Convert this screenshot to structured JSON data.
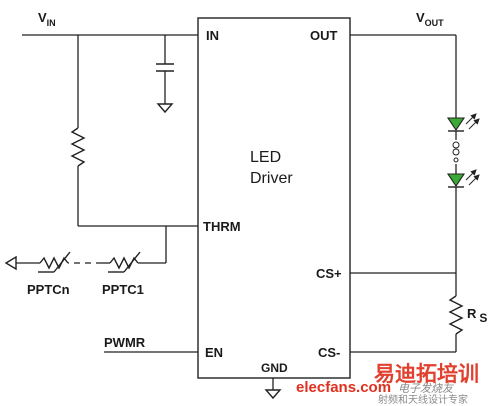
{
  "labels": {
    "vin_main": "V",
    "vin_sub": "IN",
    "vout_main": "V",
    "vout_sub": "OUT",
    "pin_in": "IN",
    "pin_out": "OUT",
    "pin_thrm": "THRM",
    "pin_csplus": "CS+",
    "pin_en": "EN",
    "pin_csminus": "CS-",
    "pin_gnd": "GND",
    "chip_line1": "LED",
    "chip_line2": "Driver",
    "pptcn": "PPTCn",
    "pptc1": "PPTC1",
    "pwmr": "PWMR",
    "rs_main": "R",
    "rs_sub": "S"
  },
  "watermark": {
    "site": "elecfans.com",
    "brand": "易迪拓培训",
    "cn_site": "电子发烧友",
    "slogan": "射频和天线设计专家"
  },
  "colors": {
    "led_green": "#3aa935",
    "watermark_red": "#e0301e",
    "watermark_gray": "#8a8a8a",
    "wire": "#222222"
  }
}
